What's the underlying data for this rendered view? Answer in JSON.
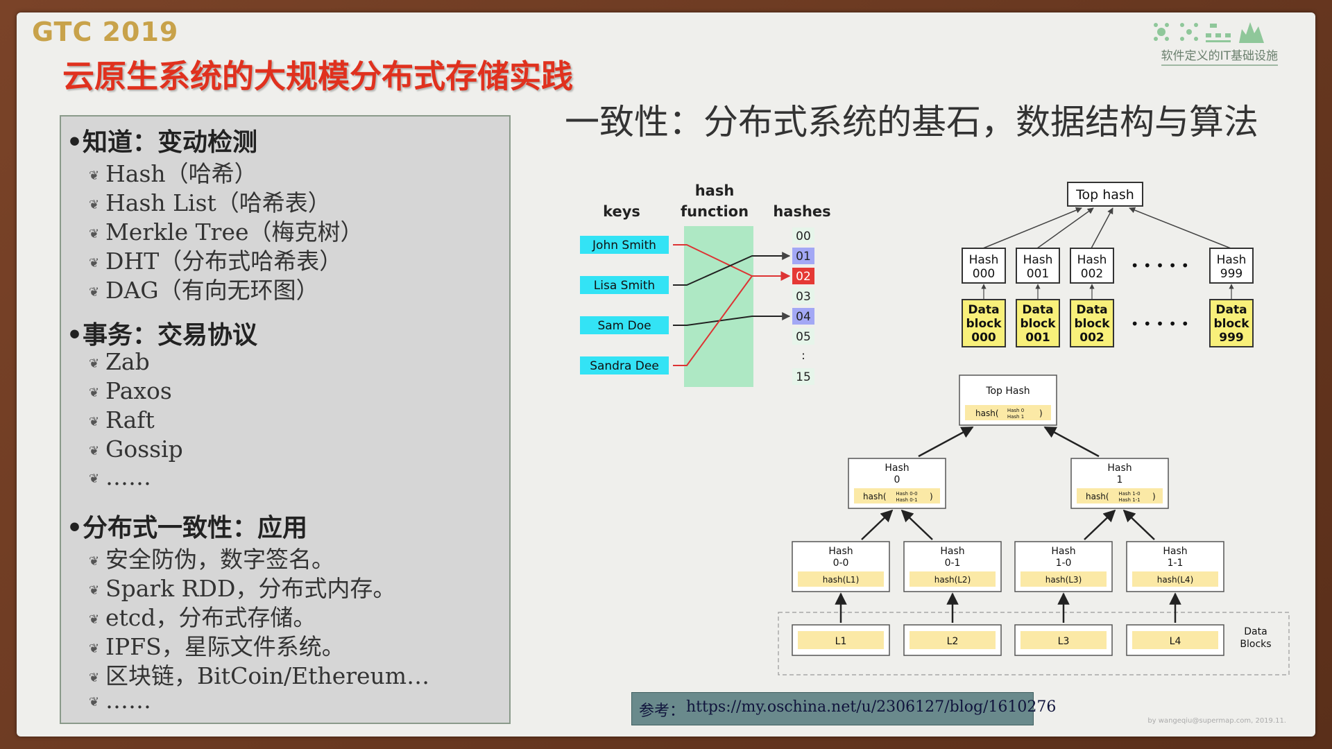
{
  "header": {
    "logo": "GTC 2019",
    "title": "云原生系统的大规模分布式存储实践",
    "brand": "软件定义的IT基础设施",
    "subtitle": "一致性：分布式系统的基石，数据结构与算法"
  },
  "left": {
    "sections": [
      {
        "title": "•知道：变动检测",
        "items": [
          "Hash（哈希）",
          "Hash List（哈希表）",
          "Merkle Tree（梅克树）",
          "DHT（分布式哈希表）",
          "DAG（有向无环图）"
        ]
      },
      {
        "title": "•事务：交易协议",
        "items": [
          "Zab",
          "Paxos",
          "Raft",
          "Gossip",
          "……"
        ]
      },
      {
        "title": "•分布式一致性：应用",
        "items": [
          "安全防伪，数字签名。",
          "Spark RDD，分布式内存。",
          "etcd，分布式存储。",
          "IPFS，星际文件系统。",
          "区块链，BitCoin/Ethereum…",
          "……"
        ]
      }
    ]
  },
  "hashfn": {
    "col_keys": "keys",
    "col_fn1": "hash",
    "col_fn2": "function",
    "col_hashes": "hashes",
    "keys": [
      "John Smith",
      "Lisa Smith",
      "Sam Doe",
      "Sandra Dee"
    ],
    "hashes": [
      "00",
      "01",
      "02",
      "03",
      "04",
      "05",
      ":",
      "15"
    ]
  },
  "hashlist": {
    "top": "Top hash",
    "hash_label": "Hash",
    "block_l1": "Data",
    "block_l2": "block",
    "ids": [
      "000",
      "001",
      "002",
      "999"
    ],
    "dots": "• • • • •"
  },
  "merkle": {
    "top": "Top Hash",
    "top_fn": "hash(",
    "top_in1": "Hash 0",
    "top_in2": "Hash 1",
    "close": ")",
    "h0": "Hash",
    "h0n": "0",
    "h0_in1": "Hash 0-0",
    "h0_in2": "Hash 0-1",
    "h1": "Hash",
    "h1n": "1",
    "h1_in1": "Hash 1-0",
    "h1_in2": "Hash 1-1",
    "leaf_hash": "Hash",
    "leaf_ids": [
      "0-0",
      "0-1",
      "1-0",
      "1-1"
    ],
    "leaf_fns": [
      "hash(L1)",
      "hash(L2)",
      "hash(L3)",
      "hash(L4)"
    ],
    "blocks": [
      "L1",
      "L2",
      "L3",
      "L4"
    ],
    "data_blocks_1": "Data",
    "data_blocks_2": "Blocks"
  },
  "reference": {
    "label": "参考：",
    "url": "https://my.oschina.net/u/2306127/blog/1610276"
  },
  "credit": "by wangeqiu@supermap.com, 2019.11.",
  "colors": {
    "title": "#e0311e",
    "key_bg": "#33e3f5",
    "fn_bg": "#aee8c4",
    "hash_hl": "#a3a8f5",
    "hash_red": "#e53935",
    "block": "#f8f07a",
    "merkle_fill": "#fbe9a6"
  }
}
